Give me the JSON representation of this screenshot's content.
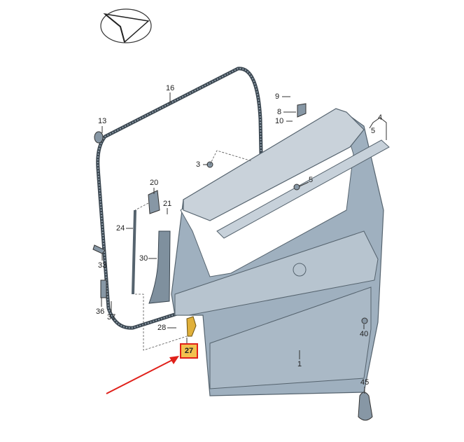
{
  "diagram": {
    "parts": [
      {
        "id": "1",
        "name": "tailgate"
      },
      {
        "id": "3",
        "name": "spoiler-screw"
      },
      {
        "id": "4",
        "name": "trim-strip"
      },
      {
        "id": "5",
        "name": "clip"
      },
      {
        "id": "5",
        "name": "clip"
      },
      {
        "id": "8",
        "name": "bracket"
      },
      {
        "id": "9",
        "name": "bolt"
      },
      {
        "id": "10",
        "name": "nut"
      },
      {
        "id": "13",
        "name": "cap"
      },
      {
        "id": "16",
        "name": "seal"
      },
      {
        "id": "20",
        "name": "strut-bracket"
      },
      {
        "id": "21",
        "name": "bolt"
      },
      {
        "id": "24",
        "name": "gas-strut"
      },
      {
        "id": "27",
        "name": "bracket"
      },
      {
        "id": "28",
        "name": "screw"
      },
      {
        "id": "30",
        "name": "pillar-trim"
      },
      {
        "id": "33",
        "name": "buffer"
      },
      {
        "id": "36",
        "name": "hinge"
      },
      {
        "id": "37",
        "name": "bolt"
      },
      {
        "id": "40",
        "name": "buffer"
      },
      {
        "id": "45",
        "name": "bag"
      }
    ],
    "highlighted_part": "27",
    "colors": {
      "part_fill": "#9fb0bf",
      "highlight": "#f2c14e",
      "highlight_border": "#e0201a",
      "arrow": "#e0201a"
    }
  }
}
